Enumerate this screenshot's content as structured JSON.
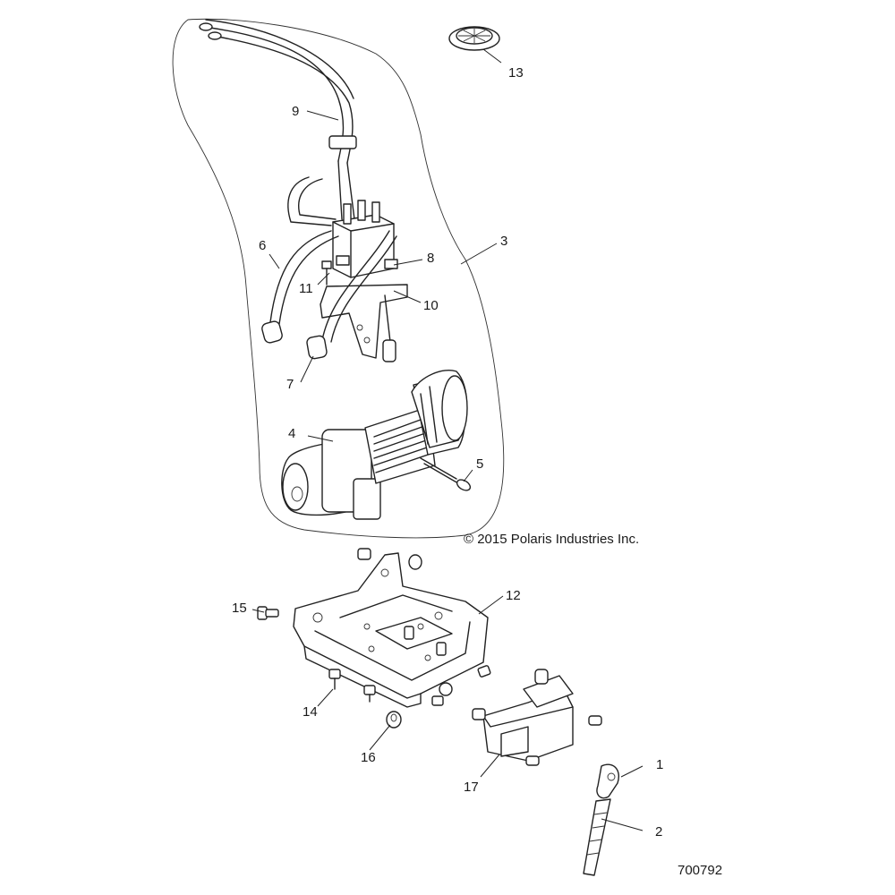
{
  "copyright": "© 2015 Polaris Industries Inc.",
  "drawing_number": "700792",
  "callouts": {
    "p1": "1",
    "p2": "2",
    "p3": "3",
    "p4": "4",
    "p5": "5",
    "p6": "6",
    "p7": "7",
    "p8": "8",
    "p9": "9",
    "p10": "10",
    "p11": "11",
    "p12": "12",
    "p13": "13",
    "p14": "14",
    "p15": "15",
    "p16": "16",
    "p17": "17"
  }
}
